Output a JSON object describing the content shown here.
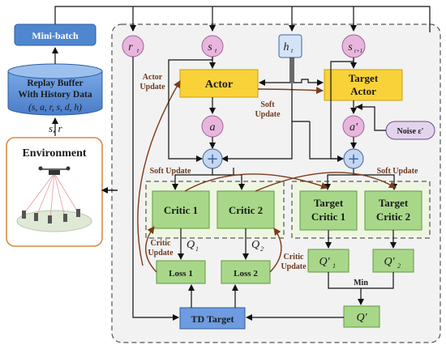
{
  "left": {
    "minibatch": "Mini-batch",
    "replay_line1": "Replay Buffer",
    "replay_line2": "With History Data",
    "replay_tuple": "(s, a, r, s, d, h)",
    "env_io": "s, r",
    "environment": "Environment"
  },
  "top_row": {
    "r": "r",
    "r_sub": "t",
    "s": "s",
    "s_sub": "t",
    "h": "h",
    "h_sub": "t",
    "s_next": "s",
    "s_next_sub": "t+1"
  },
  "actors": {
    "actor": "Actor",
    "target_actor_1": "Target",
    "target_actor_2": "Actor",
    "a": "a",
    "a_prime": "a'",
    "noise": "Noise ε'"
  },
  "critics": {
    "critic1": "Critic 1",
    "critic2": "Critic 2",
    "target_critic1_1": "Target",
    "target_critic1_2": "Critic 1",
    "target_critic2_1": "Target",
    "target_critic2_2": "Critic 2"
  },
  "outputs": {
    "q1": "Q",
    "q1_sub": "1",
    "q2": "Q",
    "q2_sub": "2",
    "q1p": "Q'",
    "q1p_sub": "1",
    "q2p": "Q'",
    "q2p_sub": "2",
    "loss1": "Loss 1",
    "loss2": "Loss 2",
    "min": "Min",
    "qprime": "Q'",
    "td_target": "TD Target"
  },
  "annotations": {
    "actor_update_1": "Actor",
    "actor_update_2": "Update",
    "soft_update_mid_1": "Soft",
    "soft_update_mid_2": "Update",
    "soft_update_left": "Soft Update",
    "soft_update_right": "Soft Update",
    "critic_update_left_1": "Critic",
    "critic_update_left_2": "Update",
    "critic_update_right_1": "Critic",
    "critic_update_right_2": "Update"
  },
  "colors": {
    "blue_box": "#5b8fd6",
    "pink_node": "#e8b6dc",
    "yellow_box": "#f9d23a",
    "green_box": "#a9d78a",
    "green_region": "#eef6e2",
    "env_border": "#d98a43",
    "brown": "#7a3b1a"
  }
}
